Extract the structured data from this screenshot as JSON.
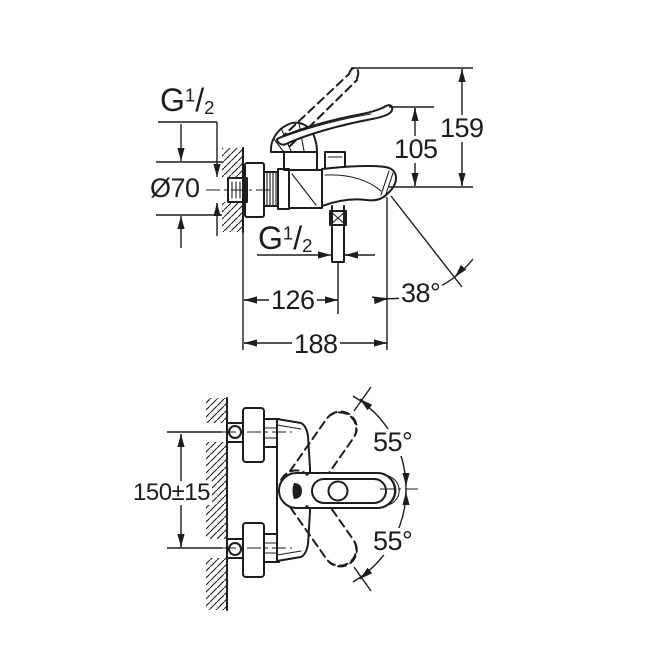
{
  "colors": {
    "background": "#ffffff",
    "line": "#1d1d1b"
  },
  "side_view": {
    "thread_top": {
      "letter": "G",
      "numerator": "1",
      "slash": "/",
      "denominator": "2"
    },
    "escutcheon_diameter": "Ø70",
    "total_height": "159",
    "lever_height": "105",
    "thread_outlet": {
      "letter": "G",
      "numerator": "1",
      "slash": "/",
      "denominator": "2"
    },
    "outlet_distance": "126",
    "total_depth": "188",
    "spout_angle": "38°"
  },
  "front_view": {
    "connection_spacing": "150±15",
    "lever_swing_upper": "55°",
    "lever_swing_lower": "55°"
  }
}
